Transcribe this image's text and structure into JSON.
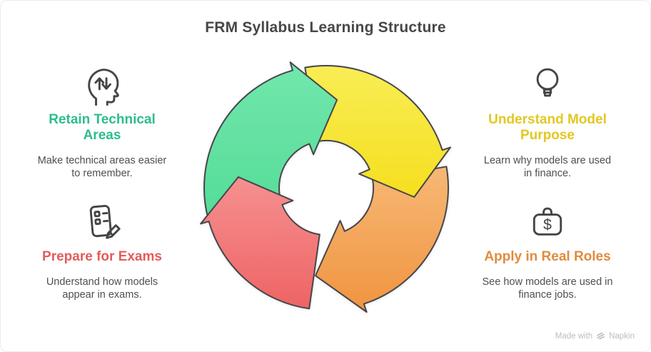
{
  "title": "FRM Syllabus Learning Structure",
  "blocks": [
    {
      "icon": "head-memory-icon",
      "heading": "Retain Technical\nAreas",
      "heading_color": "#2dbd8d",
      "desc": "Make technical areas easier\nto remember."
    },
    {
      "icon": "lightbulb-icon",
      "heading": "Understand Model\nPurpose",
      "heading_color": "#e3c722",
      "desc": "Learn why models are used\nin finance."
    },
    {
      "icon": "exam-checklist-icon",
      "heading": "Prepare for Exams",
      "heading_color": "#e25c5c",
      "desc": "Understand how models\nappear in exams."
    },
    {
      "icon": "briefcase-dollar-icon",
      "heading": "Apply in Real Roles",
      "heading_color": "#e08b3e",
      "desc": "See how models are used in\nfinance jobs."
    }
  ],
  "cycle": {
    "type": "cycle-arrows",
    "outline": "#46464c",
    "arrows": {
      "green": {
        "label": "Retain Technical Areas",
        "top": "#72e7ac",
        "bottom": "#55dc98"
      },
      "yellow": {
        "label": "Understand Model Purpose",
        "top": "#f9ed55",
        "bottom": "#f5df1f"
      },
      "orange": {
        "label": "Apply in Real Roles",
        "top": "#f7b875",
        "bottom": "#f09440"
      },
      "red": {
        "label": "Prepare for Exams",
        "top": "#f69090",
        "bottom": "#ee6464"
      }
    }
  },
  "footer": {
    "prefix": "Made with",
    "brand": "Napkin"
  },
  "dollar_glyph": "$"
}
